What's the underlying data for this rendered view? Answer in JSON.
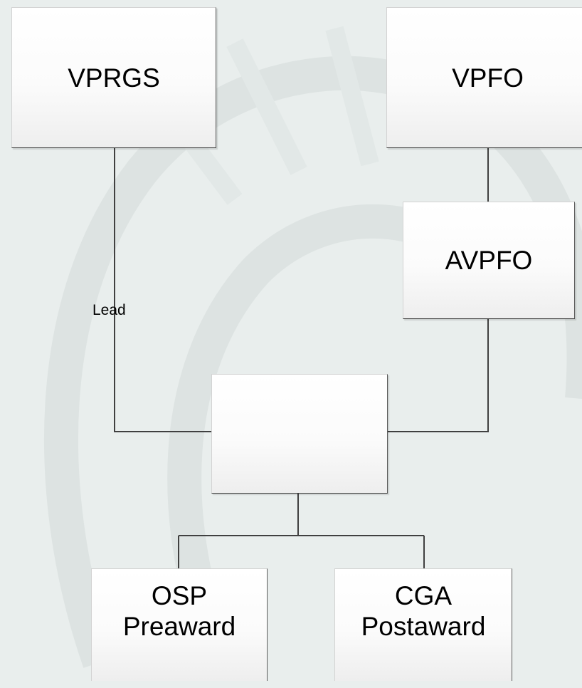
{
  "nodes": {
    "vprgs": "VPRGS",
    "vpfo": "VPFO",
    "avpfo": "AVPFO",
    "center": "",
    "osp": "OSP\nPreaward",
    "cga": "CGA\nPostaward"
  },
  "edge_labels": {
    "lead": "Lead"
  },
  "colors": {
    "background": "#e9eeed",
    "watermark": "#dfe5e4",
    "connector": "#404040"
  }
}
